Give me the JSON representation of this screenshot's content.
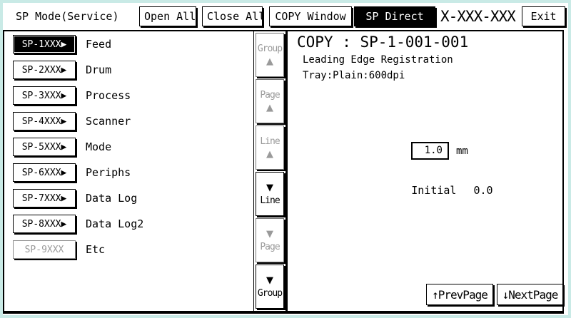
{
  "colors": {
    "frame": "#c9eae6",
    "foreground": "#000000",
    "background": "#ffffff",
    "disabled": "#9a9a9a",
    "selected_bg": "#000000",
    "selected_fg": "#ffffff"
  },
  "top_bar": {
    "title": "SP Mode(Service)",
    "open_all_label": "Open All",
    "close_all_label": "Close All",
    "copy_window_label": "COPY Window",
    "sp_direct_label": "SP Direct",
    "sp_number": "X-XXX-XXX",
    "exit_label": "Exit"
  },
  "sidebar": {
    "items": [
      {
        "button": "SP-1XXX▶",
        "label": "Feed",
        "state": "selected"
      },
      {
        "button": "SP-2XXX▶",
        "label": "Drum",
        "state": "normal"
      },
      {
        "button": "SP-3XXX▶",
        "label": "Process",
        "state": "normal"
      },
      {
        "button": "SP-4XXX▶",
        "label": "Scanner",
        "state": "normal"
      },
      {
        "button": "SP-5XXX▶",
        "label": "Mode",
        "state": "normal"
      },
      {
        "button": "SP-6XXX▶",
        "label": "Periphs",
        "state": "normal"
      },
      {
        "button": "SP-7XXX▶",
        "label": "Data Log",
        "state": "normal"
      },
      {
        "button": "SP-8XXX▶",
        "label": "Data Log2",
        "state": "normal"
      },
      {
        "button": "SP-9XXX",
        "label": "Etc",
        "state": "disabled"
      }
    ]
  },
  "nav_column": {
    "up_glyph": "▲",
    "down_glyph": "▼",
    "buttons": [
      {
        "label": "Group",
        "direction": "up",
        "enabled": false
      },
      {
        "label": "Page",
        "direction": "up",
        "enabled": false
      },
      {
        "label": "Line",
        "direction": "up",
        "enabled": false
      },
      {
        "label": "Line",
        "direction": "down",
        "enabled": true
      },
      {
        "label": "Page",
        "direction": "down",
        "enabled": false
      },
      {
        "label": "Group",
        "direction": "down",
        "enabled": true
      }
    ]
  },
  "main": {
    "title": "COPY : SP-1-001-001",
    "description_line1": "Leading Edge Registration",
    "description_line2": "Tray:Plain:600dpi",
    "value": "1.0",
    "unit": "mm",
    "initial_label": "Initial",
    "initial_value": "0.0",
    "prev_page_label": "↑PrevPage",
    "next_page_label": "↓NextPage"
  }
}
